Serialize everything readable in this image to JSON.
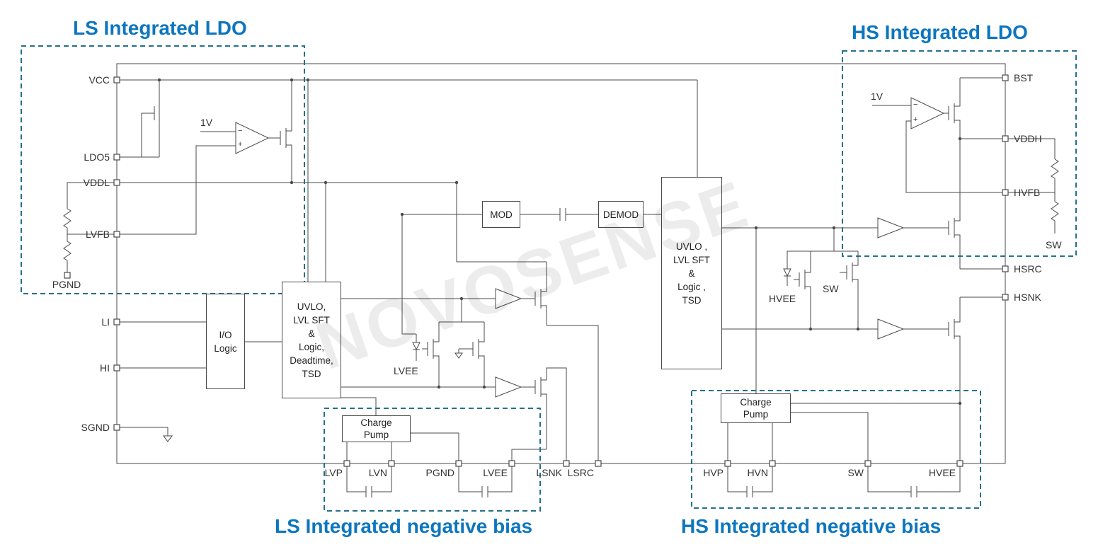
{
  "watermark": "NOVOSENSE",
  "colors": {
    "title": "#0d76bf",
    "dashed_box": "#23708c",
    "wire": "#4a4a4a"
  },
  "section_titles": {
    "ls_ldo": "LS Integrated LDO",
    "hs_ldo": "HS Integrated LDO",
    "ls_neg_bias": "LS Integrated negative bias",
    "hs_neg_bias": "HS Integrated negative bias"
  },
  "pins": {
    "left": {
      "vcc": "VCC",
      "ldo5": "LDO5",
      "vddl": "VDDL",
      "lvfb": "LVFB",
      "pgnd": "PGND",
      "li": "LI",
      "hi": "HI",
      "sgnd": "SGND"
    },
    "right": {
      "bst": "BST",
      "vddh": "VDDH",
      "hvfb": "HVFB",
      "sw": "SW",
      "hsrc": "HSRC",
      "hsnk": "HSNK"
    },
    "bottom": {
      "lvp": "LVP",
      "lvn": "LVN",
      "pgnd": "PGND",
      "lvee": "LVEE",
      "lsnk": "LSNK",
      "lsrc": "LSRC",
      "hvp": "HVP",
      "hvn": "HVN",
      "sw": "SW",
      "hvee": "HVEE"
    }
  },
  "blocks": {
    "mod": {
      "label": "MOD"
    },
    "demod": {
      "label": "DEMOD"
    },
    "io_logic": {
      "lines": [
        "I/O",
        "Logic"
      ]
    },
    "ls_logic": {
      "lines": [
        "UVLO,",
        "LVL SFT",
        "&",
        "Logic,",
        "Deadtime,",
        "TSD"
      ]
    },
    "hs_logic": {
      "lines": [
        "UVLO ,",
        "LVL SFT",
        "&",
        "Logic ,",
        "TSD"
      ]
    },
    "ls_charge_pump": {
      "lines": [
        "Charge",
        "Pump"
      ]
    },
    "hs_charge_pump": {
      "lines": [
        "Charge",
        "Pump"
      ]
    }
  },
  "inline_labels": {
    "ls_ref": "1V",
    "hs_ref": "1V",
    "lvee_clamp": "LVEE",
    "hvee_clamp": "HVEE",
    "sw_clamp": "SW"
  },
  "opamp_signs": {
    "minus": "−",
    "plus": "+"
  }
}
